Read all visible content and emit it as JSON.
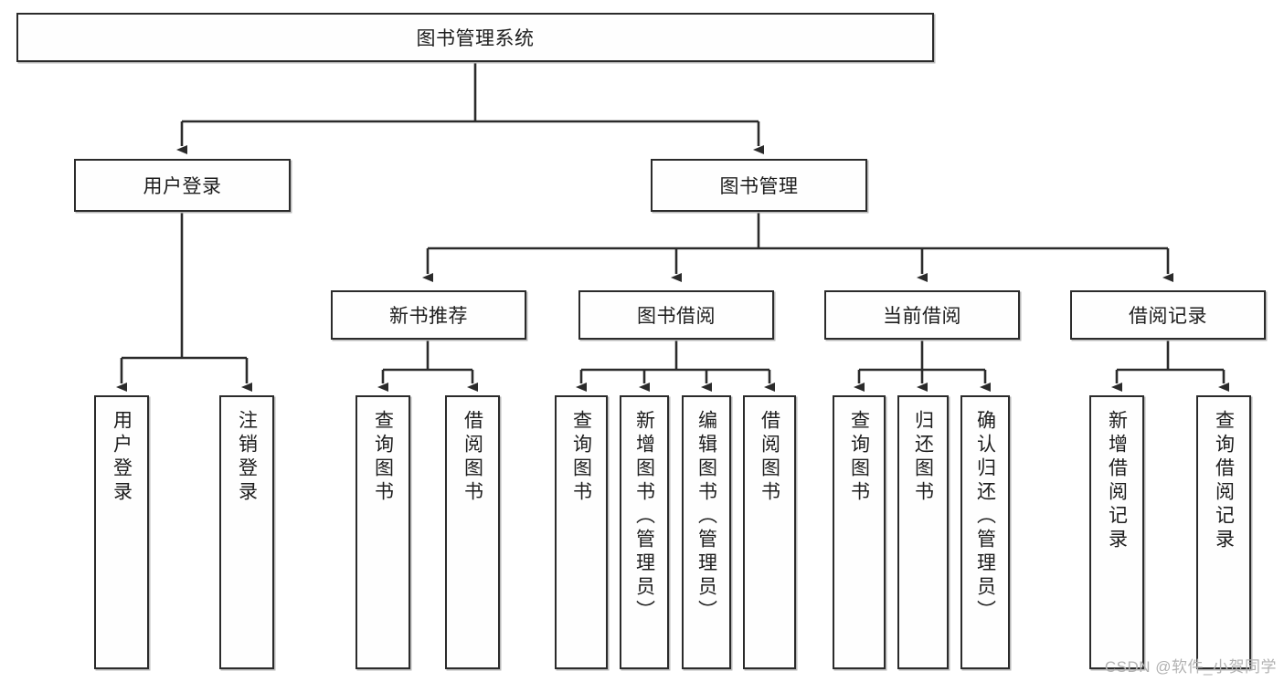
{
  "diagram": {
    "type": "hierarchy-tree",
    "title": "图书管理系统",
    "watermark": "CSDN @软件_小贺同学",
    "colors": {
      "border": "#2b2b2b",
      "fill": "#fefefe",
      "text": "#1d1d1d",
      "shadow": "#b9b9b9",
      "watermark": "#b2b2b2",
      "background": "#ffffff"
    },
    "levels": {
      "root": {
        "label": "图书管理系统"
      },
      "level2": [
        {
          "label": "用户登录"
        },
        {
          "label": "图书管理"
        }
      ],
      "level3": [
        {
          "label": "新书推荐"
        },
        {
          "label": "图书借阅"
        },
        {
          "label": "当前借阅"
        },
        {
          "label": "借阅记录"
        }
      ],
      "leaves": {
        "user_login": [
          {
            "label": "用户登录"
          },
          {
            "label": "注销登录"
          }
        ],
        "new_book_recommend": [
          {
            "label": "查询图书"
          },
          {
            "label": "借阅图书"
          }
        ],
        "book_borrow": [
          {
            "label": "查询图书"
          },
          {
            "label": "新增图书（管理员）"
          },
          {
            "label": "编辑图书（管理员）"
          },
          {
            "label": "借阅图书"
          }
        ],
        "current_borrow": [
          {
            "label": "查询图书"
          },
          {
            "label": "归还图书"
          },
          {
            "label": "确认归还（管理员）"
          }
        ],
        "borrow_record": [
          {
            "label": "新增借阅记录"
          },
          {
            "label": "查询借阅记录"
          }
        ]
      }
    }
  }
}
